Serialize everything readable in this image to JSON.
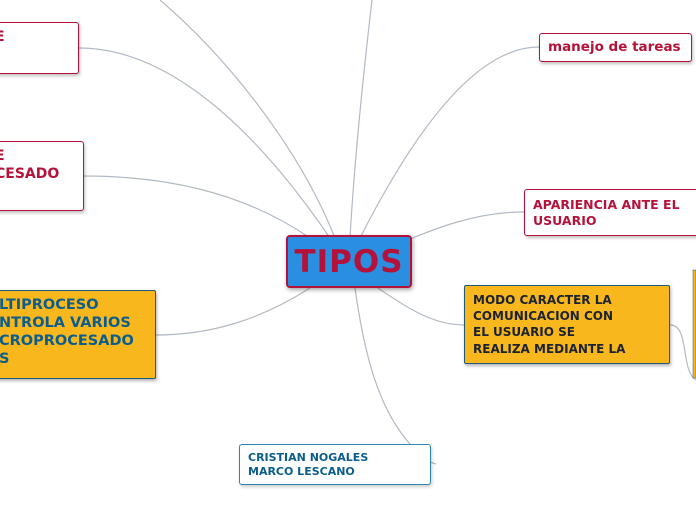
{
  "central": {
    "label": "TIPOS"
  },
  "nodes": {
    "top_left": {
      "lines": [
        "E"
      ]
    },
    "left_mid": {
      "lines": [
        "E",
        "CESADO"
      ]
    },
    "left_multi": {
      "lines": [
        "LTIPROCESO",
        "NTROLA VARIOS",
        "CROPROCESADO",
        "S"
      ]
    },
    "right_tasks": {
      "lines": [
        "manejo de tareas"
      ]
    },
    "right_user": {
      "lines": [
        "APARIENCIA ANTE EL",
        "USUARIO"
      ]
    },
    "right_mode": {
      "lines": [
        "MODO CARACTER LA",
        "COMUNICACION CON",
        "EL USUARIO SE",
        "REALIZA MEDIANTE  LA"
      ]
    },
    "bottom_authors": {
      "lines": [
        "CRISTIAN NOGALES",
        "MARCO LESCANO"
      ]
    }
  },
  "colors": {
    "central_fill": "#2a8fe0",
    "accent_red": "#b5123a",
    "node_yellow": "#f8b71c",
    "text_blue": "#0b5d8c",
    "connector": "#b3bac4"
  }
}
